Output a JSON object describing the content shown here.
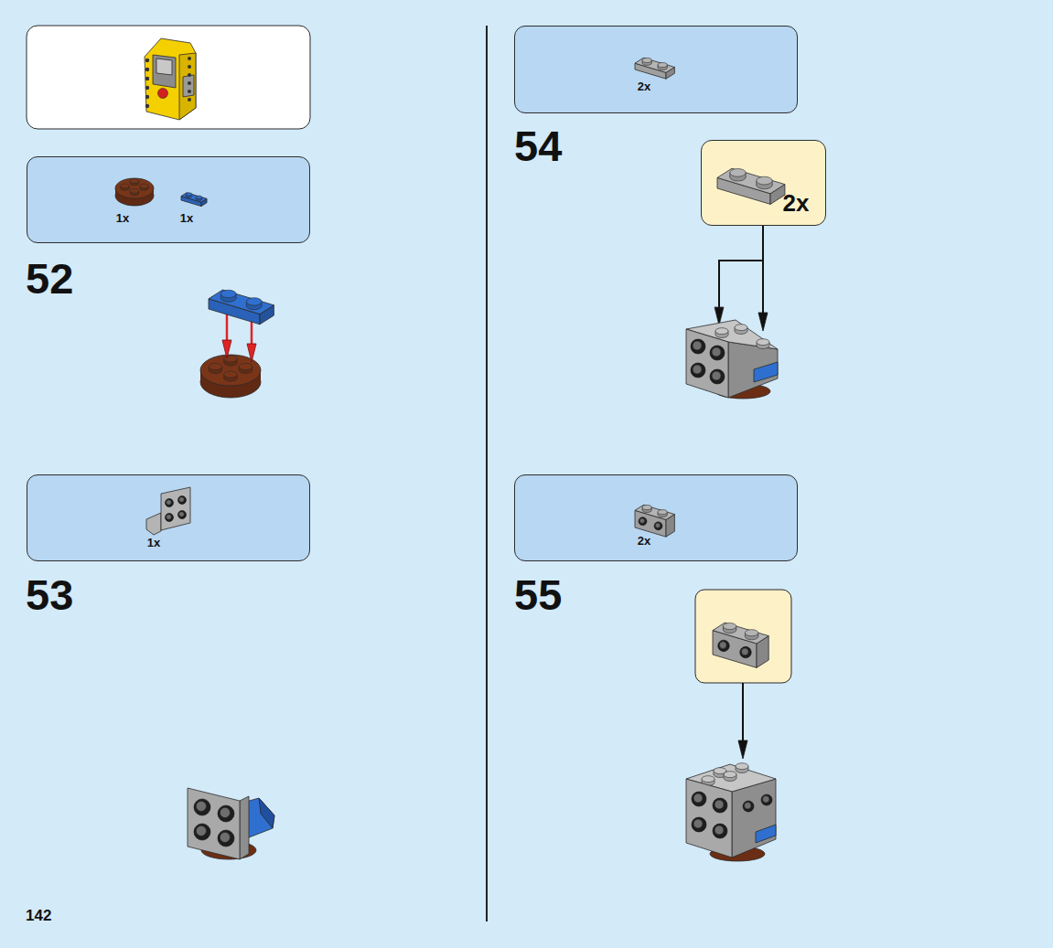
{
  "diagram": {
    "nodes": [
      {
        "text": [
          "1x",
          "1x"
        ]
      },
      {
        "text": [
          "1x"
        ]
      },
      {
        "text": [
          "2x"
        ]
      },
      {
        "text": [
          "2x"
        ]
      },
      {
        "text": [
          "2x"
        ]
      }
    ],
    "labels": [
      "52",
      "53",
      "142",
      "54",
      "55"
    ]
  }
}
